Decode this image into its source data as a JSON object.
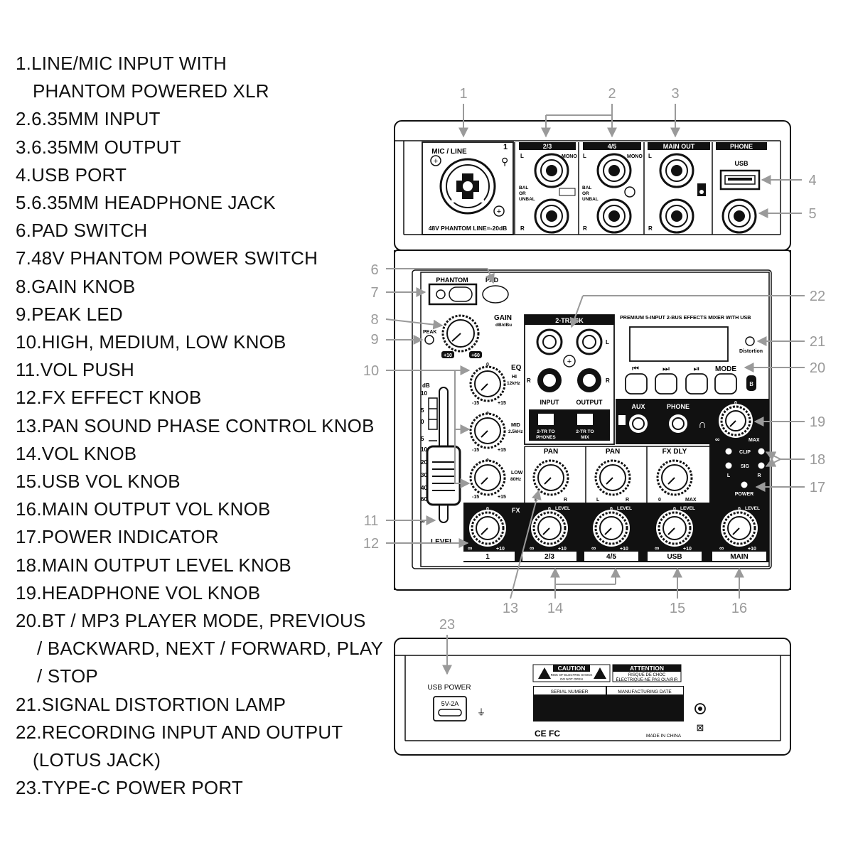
{
  "legend": {
    "items": [
      {
        "lines": [
          "1.LINE/MIC INPUT WITH",
          "PHANTOM POWERED XLR"
        ]
      },
      {
        "lines": [
          "2.6.35MM INPUT"
        ]
      },
      {
        "lines": [
          "3.6.35MM OUTPUT"
        ]
      },
      {
        "lines": [
          "4.USB PORT"
        ]
      },
      {
        "lines": [
          "5.6.35MM HEADPHONE JACK"
        ]
      },
      {
        "lines": [
          "6.PAD SWITCH"
        ]
      },
      {
        "lines": [
          "7.48V PHANTOM POWER SWITCH"
        ]
      },
      {
        "lines": [
          "8.GAIN KNOB"
        ]
      },
      {
        "lines": [
          "9.PEAK LED"
        ]
      },
      {
        "lines": [
          "10.HIGH, MEDIUM, LOW KNOB"
        ]
      },
      {
        "lines": [
          "11.VOL PUSH"
        ]
      },
      {
        "lines": [
          "12.FX EFFECT KNOB"
        ]
      },
      {
        "lines": [
          "13.PAN SOUND PHASE CONTROL KNOB"
        ]
      },
      {
        "lines": [
          "14.VOL KNOB"
        ]
      },
      {
        "lines": [
          "15.USB VOL KNOB"
        ]
      },
      {
        "lines": [
          "16.MAIN OUTPUT VOL KNOB"
        ]
      },
      {
        "lines": [
          "17.POWER INDICATOR"
        ]
      },
      {
        "lines": [
          "18.MAIN OUTPUT LEVEL KNOB"
        ]
      },
      {
        "lines": [
          "19.HEADPHONE VOL KNOB"
        ]
      },
      {
        "lines": [
          "20.BT / MP3 PLAYER MODE, PREVIOUS",
          "/ BACKWARD, NEXT / FORWARD, PLAY",
          "/ STOP"
        ]
      },
      {
        "lines": [
          "21.SIGNAL DISTORTION LAMP"
        ]
      },
      {
        "lines": [
          "22.RECORDING INPUT AND OUTPUT",
          "(LOTUS JACK)"
        ]
      },
      {
        "lines": [
          "23.TYPE-C POWER PORT"
        ]
      }
    ]
  },
  "callouts": {
    "n1": "1",
    "n2": "2",
    "n3": "3",
    "n4": "4",
    "n5": "5",
    "n6": "6",
    "n7": "7",
    "n8": "8",
    "n9": "9",
    "n10": "10",
    "n11": "11",
    "n12": "12",
    "n13": "13",
    "n14": "14",
    "n15": "15",
    "n16": "16",
    "n17": "17",
    "n18": "18",
    "n19": "19",
    "n20": "20",
    "n21": "21",
    "n22": "22",
    "n23": "23"
  },
  "rear": {
    "mic_line": "MIC / LINE",
    "ch1": "1",
    "phantom_note": "48V PHANTOM LINE=-20dB",
    "ch23": "2/3",
    "ch45": "4/5",
    "main_out": "MAIN OUT",
    "phone": "PHONE",
    "usb": "USB",
    "l": "L",
    "r": "R",
    "mono": "MONO",
    "bal": "BAL",
    "or": "OR",
    "unbal": "UNBAL"
  },
  "front": {
    "phantom": "PHANTOM",
    "pad": "PAD",
    "gain": "GAIN",
    "gain_unit": "dB/dBu",
    "peak": "PEAK",
    "gain_min": "+10",
    "gain_max": "+60",
    "eq": "EQ",
    "hi": "HI",
    "hi_freq": "12kHz",
    "mid": "MID",
    "mid_freq": "2.5kHz",
    "low": "LOW",
    "low_freq": "80Hz",
    "eq_min": "-15",
    "eq_max": "+15",
    "zero": "0",
    "db": "dB",
    "fader_scale": [
      "10",
      "5",
      "0",
      "5",
      "10",
      "20",
      "30",
      "40",
      "60",
      "∞"
    ],
    "level": "LEVEL",
    "two_track": "2-TRACK",
    "input": "INPUT",
    "output": "OUTPUT",
    "tr_phones": "2-TR TO PHONES",
    "tr_mix": "2-TR TO MIX",
    "product_title": "PREMIUM 5-INPUT 2-BUS EFFECTS MIXER WITH USB",
    "distortion": "Distortion",
    "prev_symbol": "⏮",
    "next_symbol": "⏭",
    "play_symbol": "⏯",
    "mode": "MODE",
    "aux": "AUX",
    "phone": "PHONE",
    "max": "MAX",
    "infinity": "∞",
    "clip": "CLIP",
    "sig": "SIG",
    "power": "POWER",
    "pan": "PAN",
    "fx_dly": "FX DLY",
    "fx": "FX",
    "ch1": "1",
    "ch23": "2/3",
    "ch45": "4/5",
    "usb": "USB",
    "main": "MAIN",
    "plus10": "+10"
  },
  "back": {
    "usb_power": "USB POWER",
    "port_label": "5V-2A",
    "caution": "CAUTION",
    "caution_sub1": "RISK OF ELECTRIC SHOCK",
    "caution_sub2": "DO NOT OPEN",
    "attention": "ATTENTION",
    "attention_sub1": "RISQUE DE CHOC",
    "attention_sub2": "ÉLECTRIQUE-NE PAS OUVRIR",
    "serial": "SERIAL NUMBER",
    "mfg_date": "MANUFACTURING DATE",
    "ce_fc": "CE FC",
    "made_in": "MADE IN CHINA"
  }
}
